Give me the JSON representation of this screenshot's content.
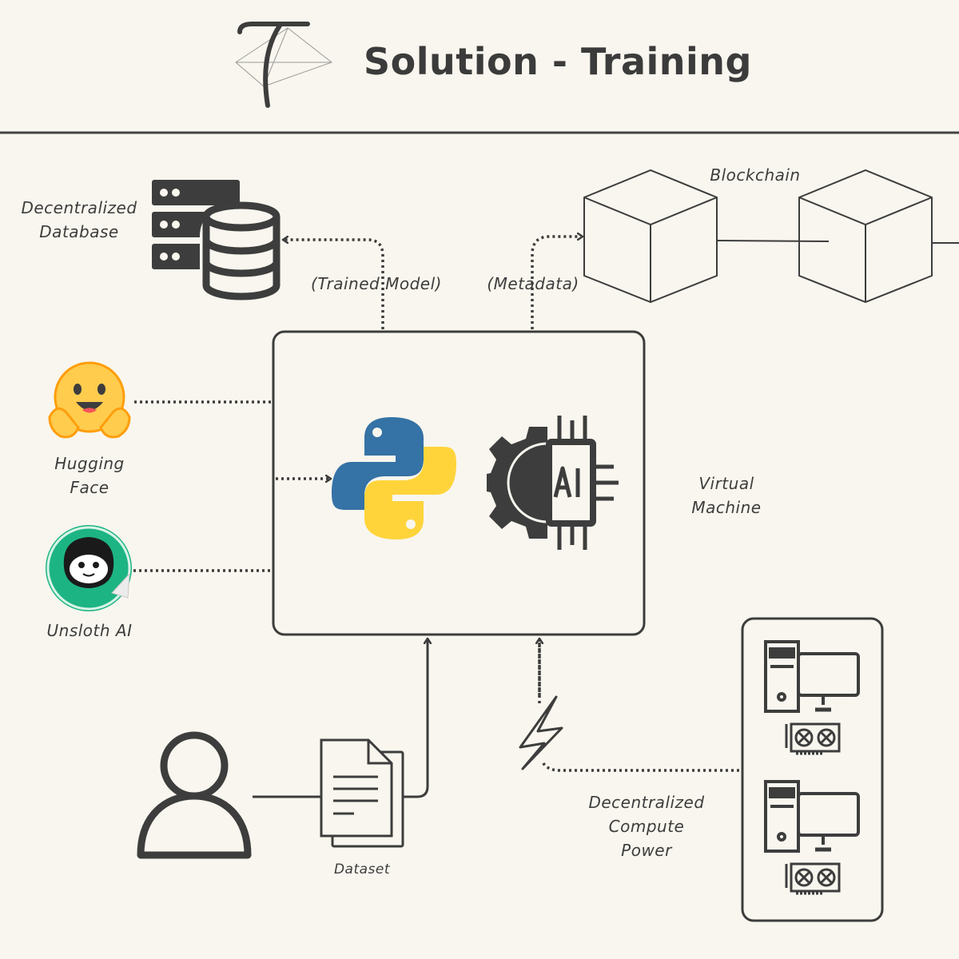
{
  "header": {
    "title": "Solution - Training"
  },
  "nodes": {
    "decentralized_database": "Decentralized\nDatabase",
    "blockchain": "Blockchain",
    "hugging_face": "Hugging\nFace",
    "unsloth_ai": "Unsloth AI",
    "virtual_machine": "Virtual\nMachine",
    "dataset": "Dataset",
    "decentralized_compute": "Decentralized\nCompute\nPower"
  },
  "edges": {
    "trained_model": "(Trained Model)",
    "metadata": "(Metadata)"
  },
  "icons": {
    "logo": "logo-icon",
    "database": "database-server-icon",
    "blockchain_block": "cube-icon",
    "hugging_face": "hugging-face-emoji-icon",
    "unsloth": "sloth-sticker-icon",
    "python": "python-logo-icon",
    "ai_chip": "ai-gear-chip-icon",
    "user": "user-icon",
    "document": "document-stack-icon",
    "lightning": "lightning-icon",
    "computer": "desktop-computer-icon",
    "gpu": "gpu-card-icon"
  },
  "colors": {
    "background": "#f8f6ee",
    "ink": "#3d3d3d",
    "python_blue": "#3572a5",
    "python_yellow": "#ffd43b",
    "hugging_yellow": "#ffcc4d",
    "unsloth_green": "#1db483"
  }
}
